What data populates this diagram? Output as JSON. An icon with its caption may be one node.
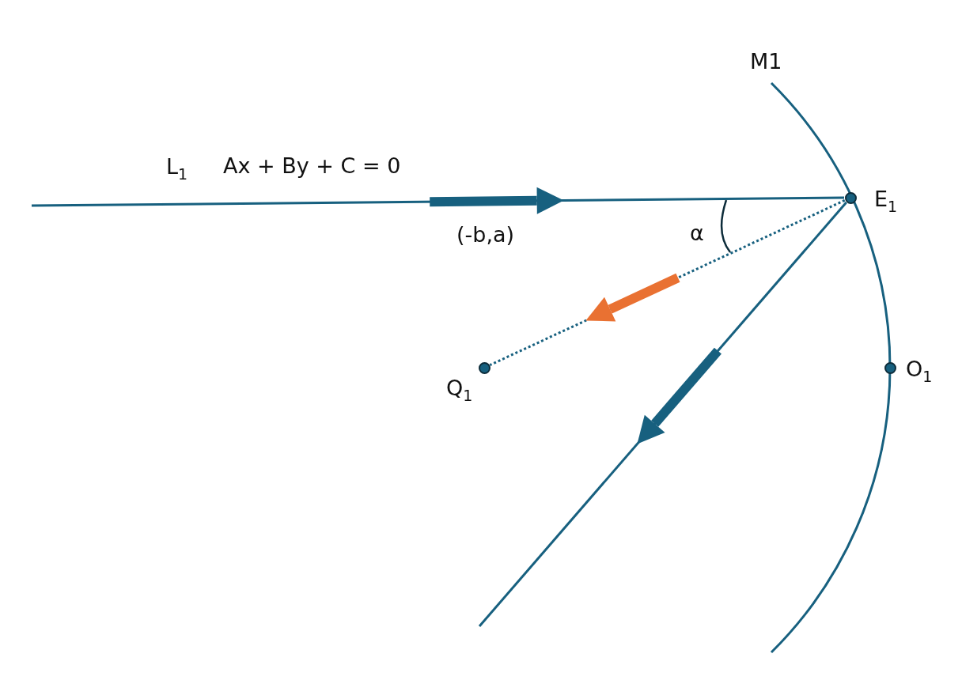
{
  "diagram": {
    "nodes": [
      {
        "text": [],
        "shape": "circle",
        "beside": [
          "E$_{1}$"
        ]
      },
      {
        "text": [],
        "shape": "circle",
        "beside": [
          "Q$_{1}$"
        ]
      },
      {
        "text": [],
        "shape": "circle",
        "beside": [
          "O$_{1}$"
        ]
      }
    ],
    "edges": [
      {
        "from": null,
        "to": 0,
        "arrow": "none"
      },
      {
        "from": 0,
        "to": null,
        "arrow": "none"
      },
      {
        "from": 0,
        "to": 1,
        "arrow": "none",
        "style": "dashed"
      }
    ],
    "labels": [
      "M1",
      "L$_{1}$",
      "Ax + By + C = 0",
      "(-b,a)",
      "α"
    ]
  }
}
